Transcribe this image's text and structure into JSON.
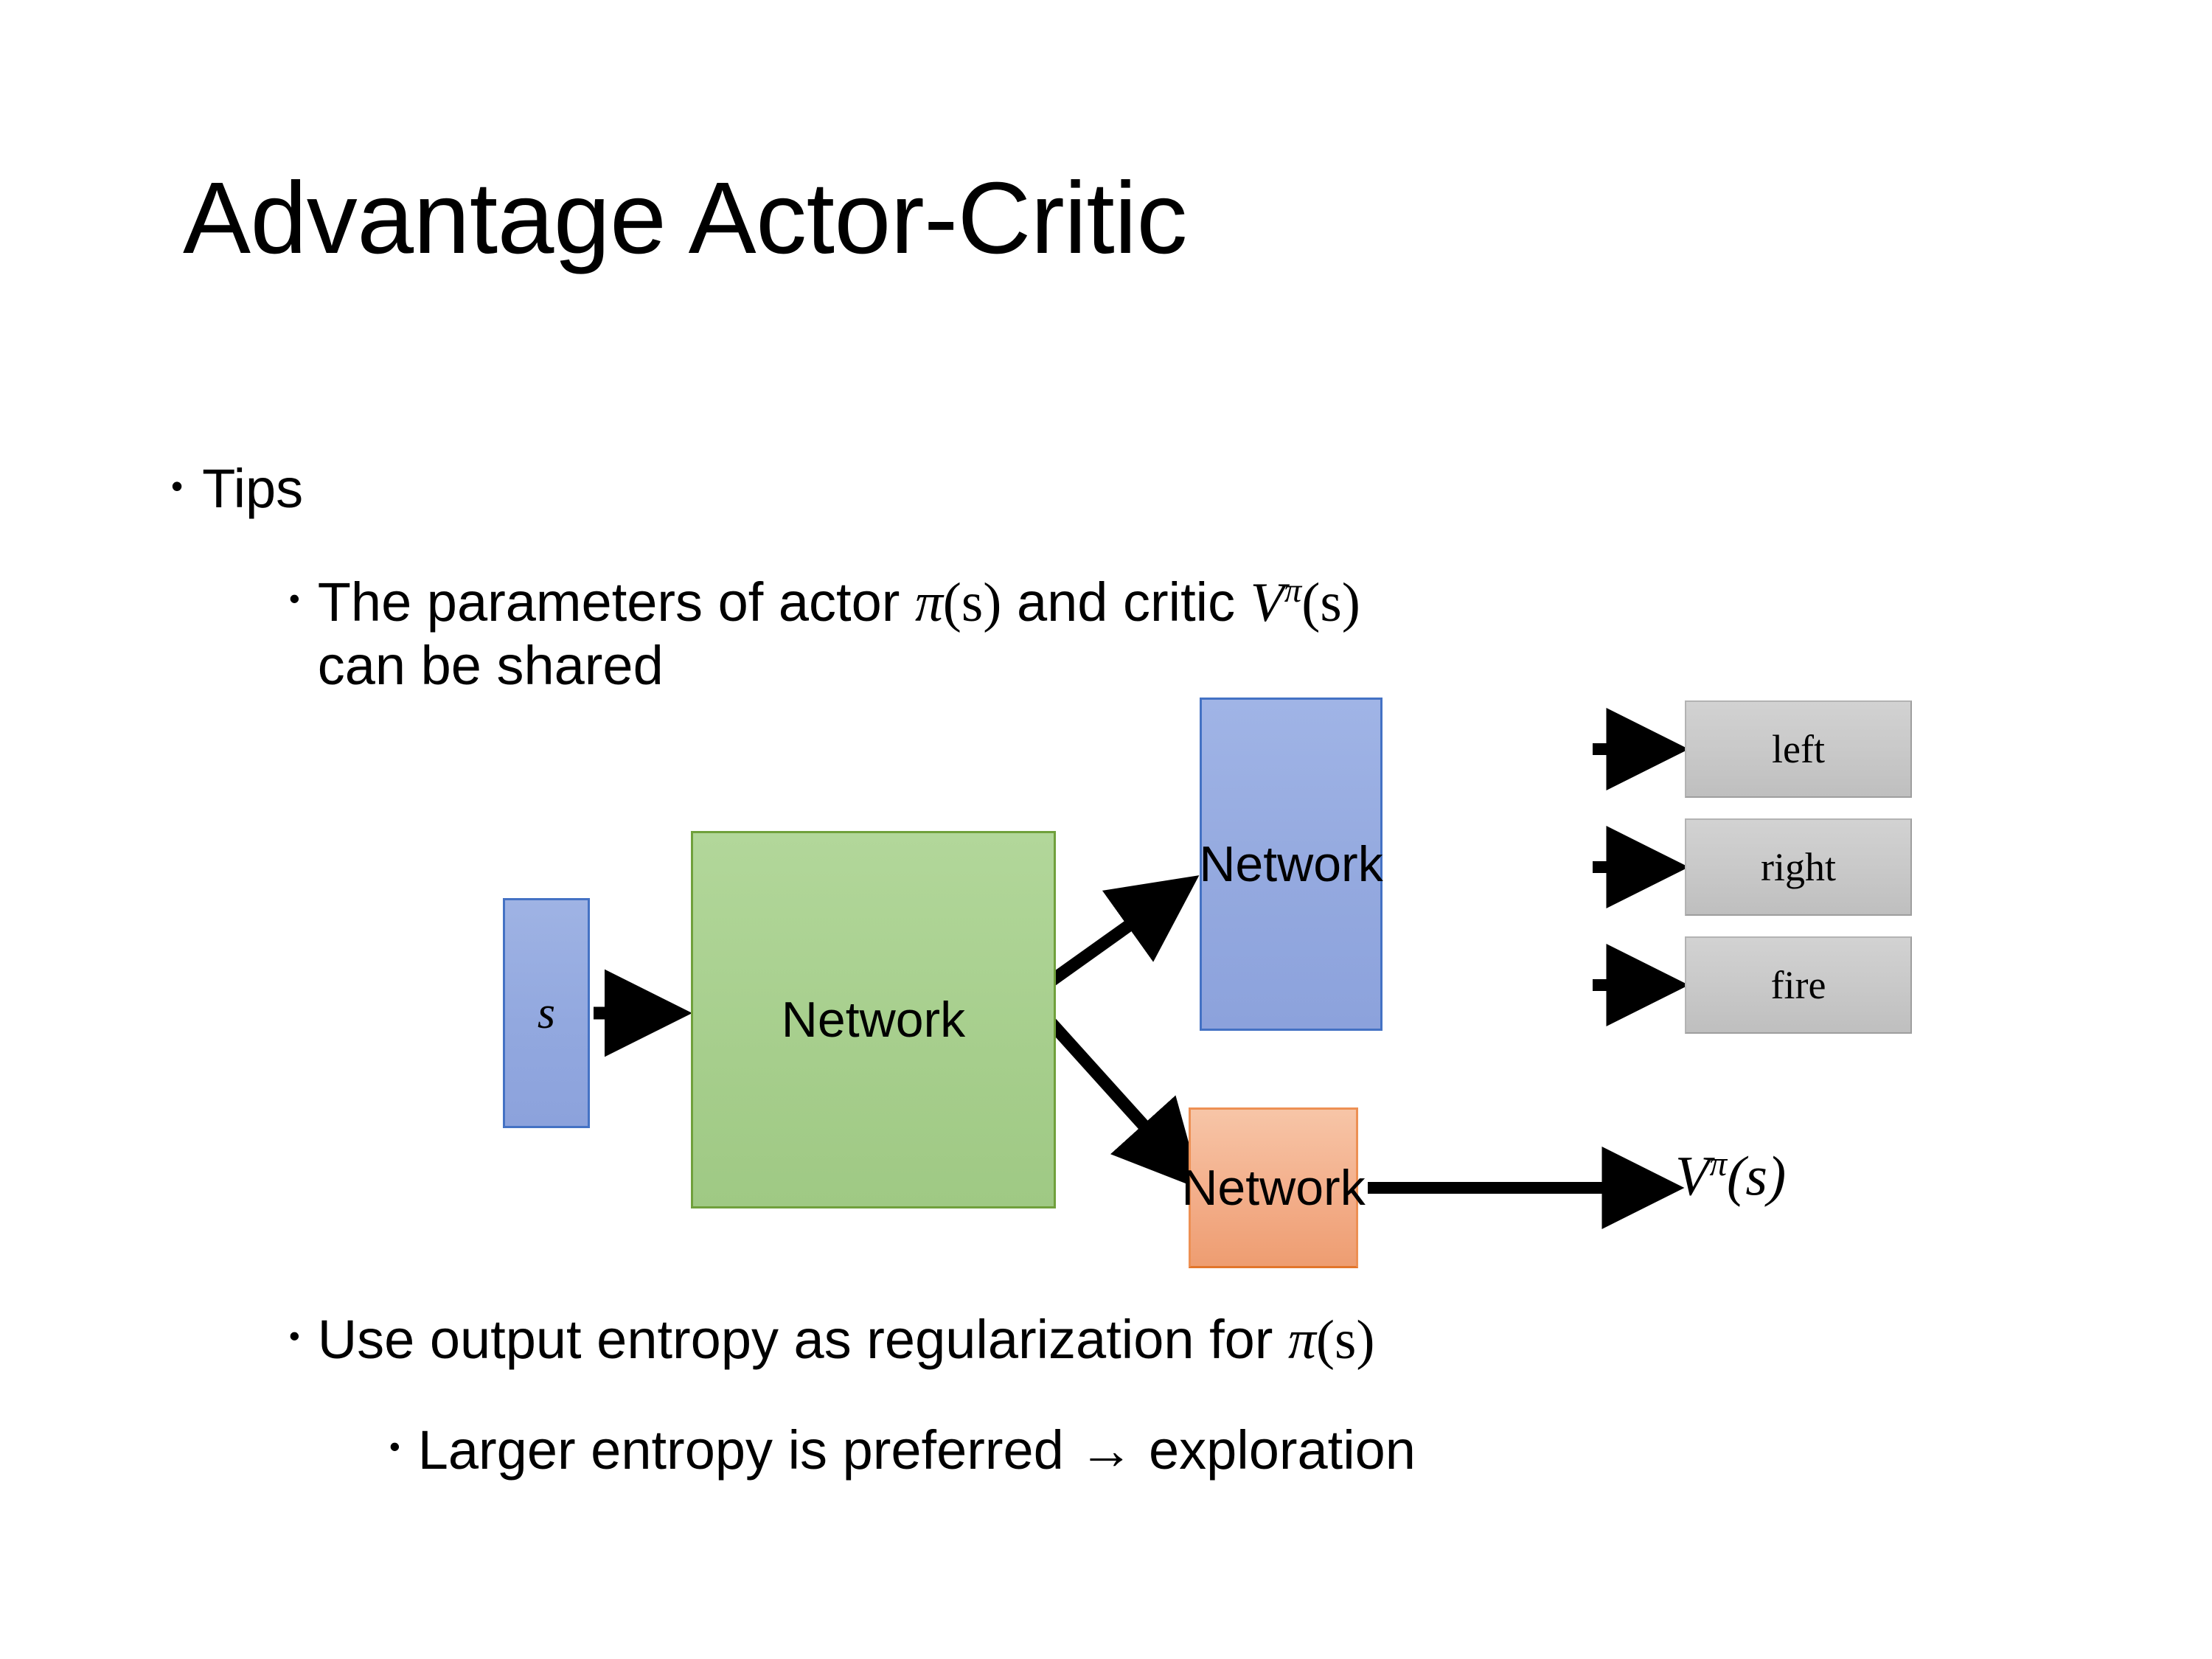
{
  "slide": {
    "title": "Advantage Actor-Critic",
    "background_color": "#FFFFFF",
    "text_color": "#000000"
  },
  "bullets": {
    "tips": {
      "marker": "•",
      "text": "Tips"
    },
    "parameters": {
      "marker": "•",
      "text_before_math": "The parameters of actor ",
      "actor_symbol": "π",
      "actor_arg": "(s)",
      "text_mid": " and critic ",
      "critic_symbol": "V",
      "critic_sup": "π",
      "critic_arg": "(s)",
      "text_after": "can be shared",
      "full_text": "The parameters of actor π(s)  and critic Vπ(s) can be shared"
    },
    "entropy": {
      "marker": "•",
      "text_before_math": "Use output entropy as regularization for ",
      "actor_symbol": "π",
      "actor_arg": "(s)",
      "full_text": "Use output entropy as regularization for π(s)"
    },
    "larger": {
      "marker": "•",
      "text": "Larger entropy is preferred → exploration"
    }
  },
  "diagram": {
    "state_box": {
      "label": "s",
      "fill": "#95ABE0",
      "border": "#4472C4"
    },
    "shared_network": {
      "label": "Network",
      "fill": "#A9D18E",
      "border": "#70A03C"
    },
    "actor_network": {
      "label": "Network",
      "fill": "#95ABE0",
      "border": "#4472C4"
    },
    "critic_network": {
      "label": "Network",
      "fill": "#F4AE8A",
      "border": "#ED7D31"
    },
    "actions": [
      {
        "label": "left",
        "fill": "#C8C8C8"
      },
      {
        "label": "right",
        "fill": "#C8C8C8"
      },
      {
        "label": "fire",
        "fill": "#C8C8C8"
      }
    ],
    "critic_output": {
      "symbol": "V",
      "superscript": "π",
      "argument": "(s)",
      "full": "Vπ(s)"
    },
    "arrow_color": "#000000"
  }
}
